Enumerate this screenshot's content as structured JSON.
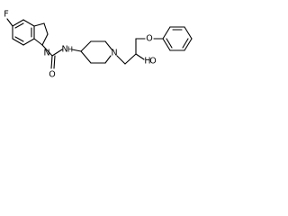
{
  "molecule": {
    "atoms": {
      "fluorine": "F",
      "amide_n": "N",
      "amide_nh": "H",
      "amide_o": "O",
      "piperidine_n": "N",
      "hydroxyl_o": "O",
      "hydroxyl_h": "H",
      "ether_o": "O"
    }
  }
}
